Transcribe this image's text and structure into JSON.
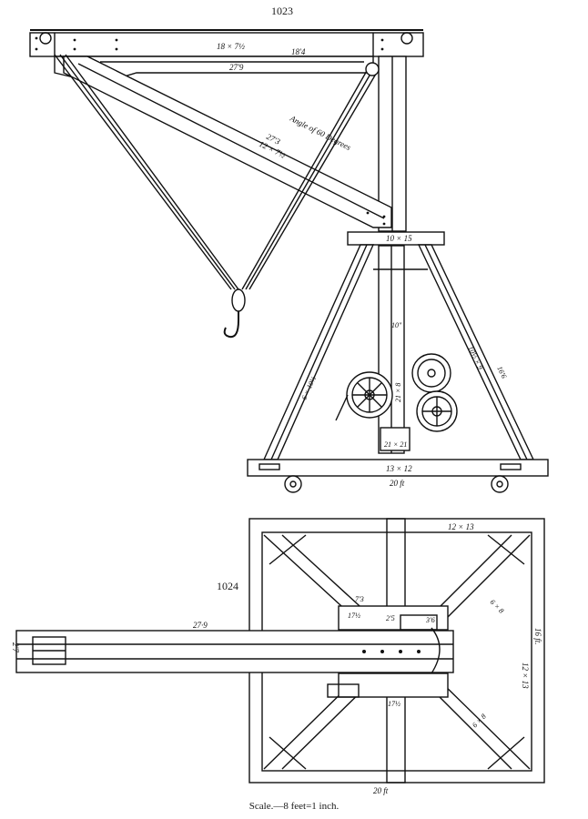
{
  "fig_1023": {
    "number": "1023",
    "labels": {
      "top_beam": "18 × 7½",
      "top_len": "18'4",
      "jib_len": "27'9",
      "strut_len": "27'3",
      "strut_size": "12 × 7½",
      "angle": "Angle of 60 Degrees",
      "cap": "10 × 15",
      "mast": "10\"",
      "leg_left": "6 × 10½",
      "leg_right": "10½ × 9",
      "leg_len": "16'6",
      "mid_post": "21 × 8",
      "foot": "21 × 21",
      "base": "13 × 12",
      "base_len": "20 ft"
    }
  },
  "fig_1024": {
    "number": "1024",
    "labels": {
      "top_beam": "12 × 13",
      "jib_len": "27·9",
      "left_end": "2'7",
      "right_side": "16 ft.",
      "right_size": "12 × 13",
      "diag": "6 × 8",
      "diag2": "6 × 8",
      "t1": "7'3",
      "t2": "17½",
      "t3": "2'5",
      "t4": "3'6",
      "t5": "17½",
      "bottom_len": "20 ft"
    }
  },
  "scale_text": "Scale.—8 feet=1 inch."
}
